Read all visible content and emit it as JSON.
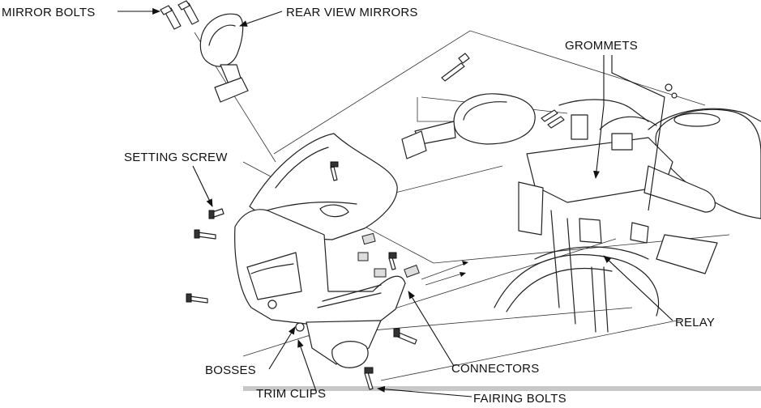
{
  "labels": {
    "mirror_bolts": "MIRROR BOLTS",
    "rear_view_mirrors": "REAR VIEW MIRRORS",
    "grommets": "GROMMETS",
    "setting_screw": "SETTING SCREW",
    "relay": "RELAY",
    "bosses": "BOSSES",
    "connectors": "CONNECTORS",
    "trim_clips": "TRIM CLIPS",
    "fairing_bolts": "FAIRING BOLTS"
  }
}
